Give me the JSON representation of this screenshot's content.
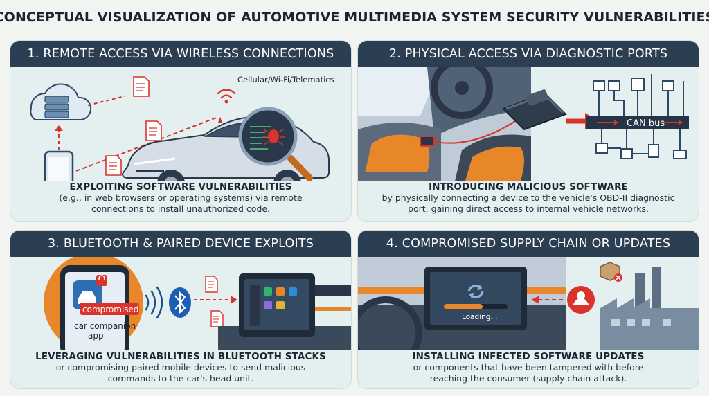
{
  "title": "CONCEPTUAL VISUALIZATION OF AUTOMOTIVE MULTIMEDIA SYSTEM SECURITY VULNERABILITIES",
  "panels": [
    {
      "heading": "1. REMOTE ACCESS VIA WIRELESS CONNECTIONS",
      "label": "Cellular/Wi-Fi/Telematics",
      "caption_title": "EXPLOITING SOFTWARE VULNERABILITIES",
      "caption_line1": "(e.g., in web browsers or operating systems) via remote",
      "caption_line2": "connections to install unauthorized code."
    },
    {
      "heading": "2. PHYSICAL ACCESS VIA DIAGNOSTIC PORTS",
      "label": "CAN bus",
      "caption_title": "INTRODUCING MALICIOUS SOFTWARE",
      "caption_line1": "by physically connecting a device to the vehicle's OBD-II diagnostic",
      "caption_line2": "port, gaining direct access to internal vehicle networks."
    },
    {
      "heading": "3. BLUETOOTH & PAIRED DEVICE EXPLOITS",
      "badge": "compromised",
      "app_label_line1": "car companion",
      "app_label_line2": "app",
      "caption_title": "LEVERAGING VULNERABILITIES IN BLUETOOTH STACKS",
      "caption_line1": "or compromising paired mobile devices to send malicious",
      "caption_line2": "commands to the car's head unit."
    },
    {
      "heading": "4. COMPROMISED SUPPLY CHAIN OR UPDATES",
      "label": "Loading...",
      "caption_title": "INSTALLING INFECTED SOFTWARE UPDATES",
      "caption_line1": "or components that have been tampered with before",
      "caption_line2": "reaching the consumer (supply chain attack)."
    }
  ],
  "colors": {
    "header": "#2c3e52",
    "accent_red": "#d9332b",
    "accent_orange": "#e8862a",
    "panel_bg": "#e4efef"
  },
  "icons": [
    "cloud-server-icon",
    "smartphone-icon",
    "document-icon",
    "wifi-signal-icon",
    "car-icon",
    "magnifier-icon",
    "bug-icon",
    "obd-connector-icon",
    "circuit-icon",
    "bluetooth-icon",
    "sound-waves-icon",
    "lock-icon",
    "head-unit-icon",
    "hacker-icon",
    "factory-icon",
    "refresh-icon",
    "package-icon"
  ]
}
